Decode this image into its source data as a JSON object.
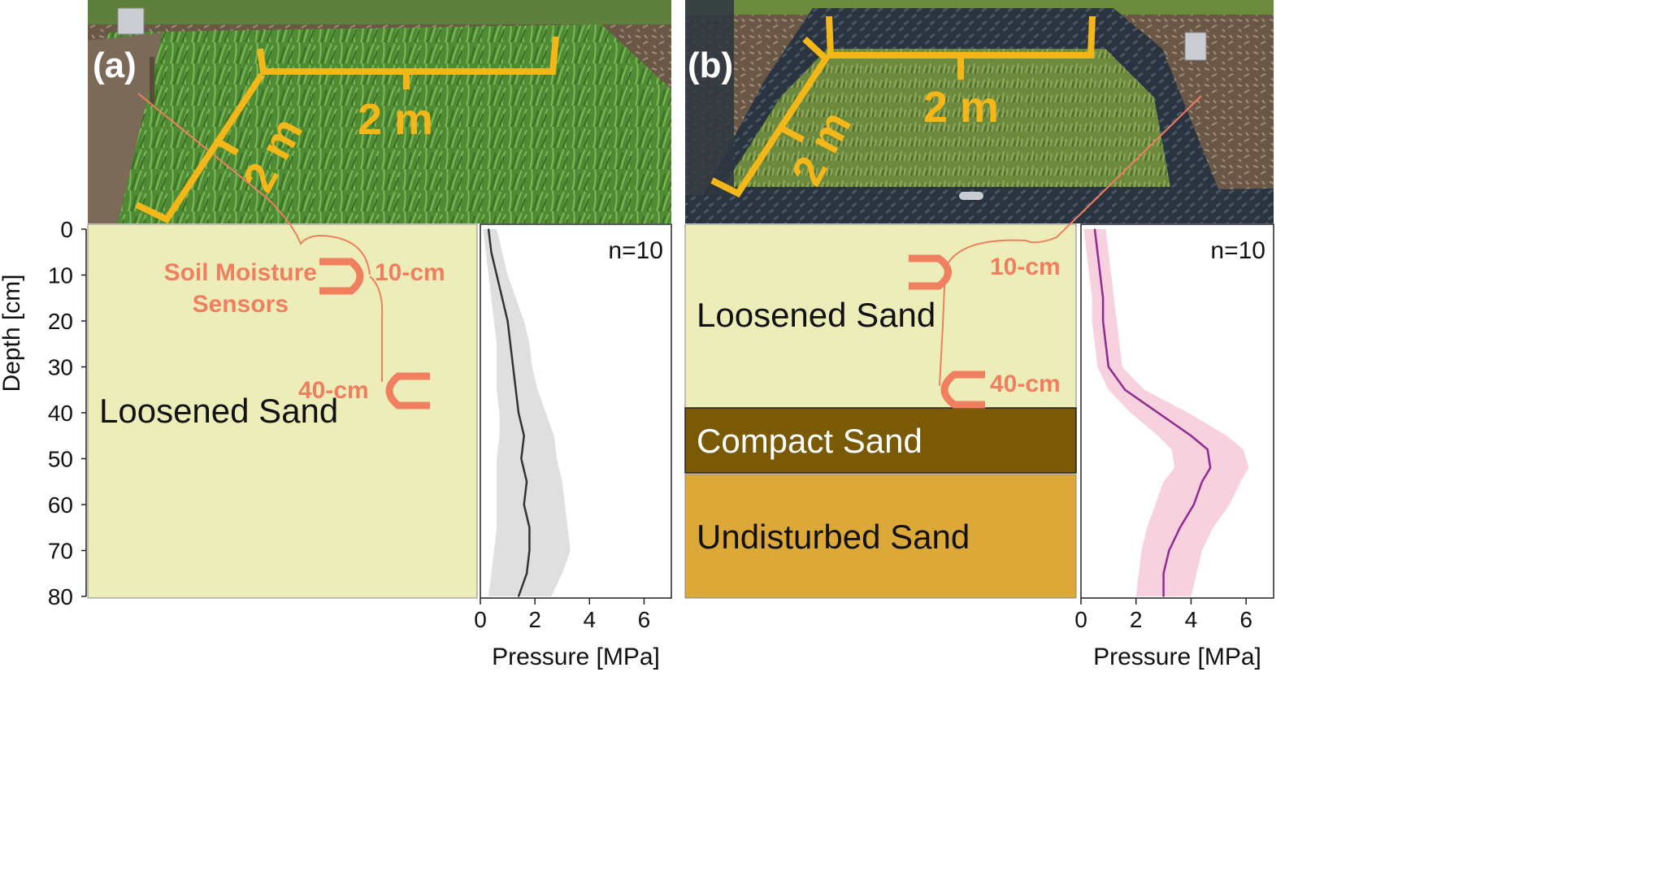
{
  "figure": {
    "depth_axis": {
      "label": "Depth [cm]",
      "ticks": [
        "0",
        "10",
        "20",
        "30",
        "40",
        "50",
        "60",
        "70",
        "80"
      ]
    },
    "panel_a": {
      "letter": "(a)",
      "dimension_width": "2 m",
      "dimension_length": "2 m",
      "sensor_label_line1": "Soil Moisture",
      "sensor_label_line2": "Sensors",
      "sensor_10_label": "10-cm",
      "sensor_40_label": "40-cm",
      "layer_label": "Loosened Sand",
      "n_label": "n=10",
      "x_ticks": [
        "0",
        "2",
        "4",
        "6"
      ],
      "xlabel": "Pressure [MPa]"
    },
    "panel_b": {
      "letter": "(b)",
      "dimension_width": "2 m",
      "dimension_length": "2 m",
      "sensor_10_label": "10-cm",
      "sensor_40_label": "40-cm",
      "layer_loosened": "Loosened Sand",
      "layer_compact": "Compact Sand",
      "layer_undisturbed": "Undisturbed Sand",
      "n_label": "n=10",
      "x_ticks": [
        "0",
        "2",
        "4",
        "6"
      ],
      "xlabel": "Pressure [MPa]"
    }
  },
  "chart_data": [
    {
      "type": "line",
      "panel": "a",
      "n": "n=10",
      "xlabel": "Pressure [MPa]",
      "ylabel": "Depth [cm]",
      "xlim": [
        0,
        7
      ],
      "ylim": [
        0,
        80
      ],
      "y_inverted": true,
      "depth_cm": [
        0,
        5,
        10,
        15,
        20,
        25,
        30,
        35,
        40,
        45,
        50,
        55,
        60,
        65,
        70,
        75,
        80
      ],
      "mean_mpa": [
        0.3,
        0.4,
        0.6,
        0.8,
        1.0,
        1.1,
        1.2,
        1.3,
        1.4,
        1.6,
        1.5,
        1.7,
        1.6,
        1.8,
        1.8,
        1.7,
        1.4
      ],
      "lower_mpa": [
        0.1,
        0.2,
        0.3,
        0.4,
        0.5,
        0.6,
        0.6,
        0.6,
        0.7,
        0.7,
        0.6,
        0.6,
        0.6,
        0.6,
        0.5,
        0.4,
        0.3
      ],
      "upper_mpa": [
        0.6,
        0.8,
        1.0,
        1.3,
        1.6,
        1.8,
        1.9,
        2.1,
        2.4,
        2.7,
        2.8,
        3.0,
        3.1,
        3.2,
        3.3,
        3.0,
        2.6
      ],
      "line_color": "#333333",
      "band_color": "#d9d9d9"
    },
    {
      "type": "line",
      "panel": "b",
      "n": "n=10",
      "xlabel": "Pressure [MPa]",
      "ylabel": "Depth [cm]",
      "xlim": [
        0,
        7
      ],
      "ylim": [
        0,
        80
      ],
      "y_inverted": true,
      "depth_cm": [
        0,
        5,
        10,
        15,
        20,
        25,
        30,
        35,
        40,
        45,
        48,
        52,
        55,
        60,
        65,
        70,
        75,
        80
      ],
      "mean_mpa": [
        0.5,
        0.6,
        0.7,
        0.8,
        0.8,
        0.9,
        1.0,
        1.6,
        2.8,
        4.0,
        4.6,
        4.7,
        4.4,
        4.1,
        3.6,
        3.2,
        3.0,
        3.0
      ],
      "lower_mpa": [
        0.1,
        0.2,
        0.3,
        0.4,
        0.4,
        0.5,
        0.6,
        1.0,
        1.8,
        2.8,
        3.3,
        3.4,
        3.0,
        2.7,
        2.4,
        2.2,
        2.1,
        2.0
      ],
      "upper_mpa": [
        0.9,
        1.0,
        1.1,
        1.2,
        1.3,
        1.4,
        1.5,
        2.3,
        3.9,
        5.3,
        5.9,
        6.1,
        5.8,
        5.4,
        4.8,
        4.4,
        4.2,
        4.0
      ],
      "line_color": "#8e2c8e",
      "band_color": "#f7c9d9"
    }
  ]
}
